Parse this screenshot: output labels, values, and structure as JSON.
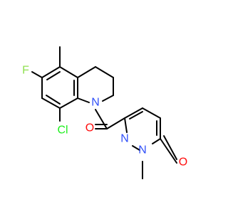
{
  "structure": {
    "atoms": {
      "F": "F",
      "Cl": "Cl",
      "N_ring": "N",
      "N_a": "N",
      "N_b": "N",
      "O_carbonyl": "O",
      "O_ketone": "O"
    }
  },
  "colors": {
    "bond": "#000000",
    "fluorine": "#90e050",
    "chlorine": "#1fef1f",
    "nitrogen": "#3050f8",
    "oxygen": "#ff0d0d"
  }
}
